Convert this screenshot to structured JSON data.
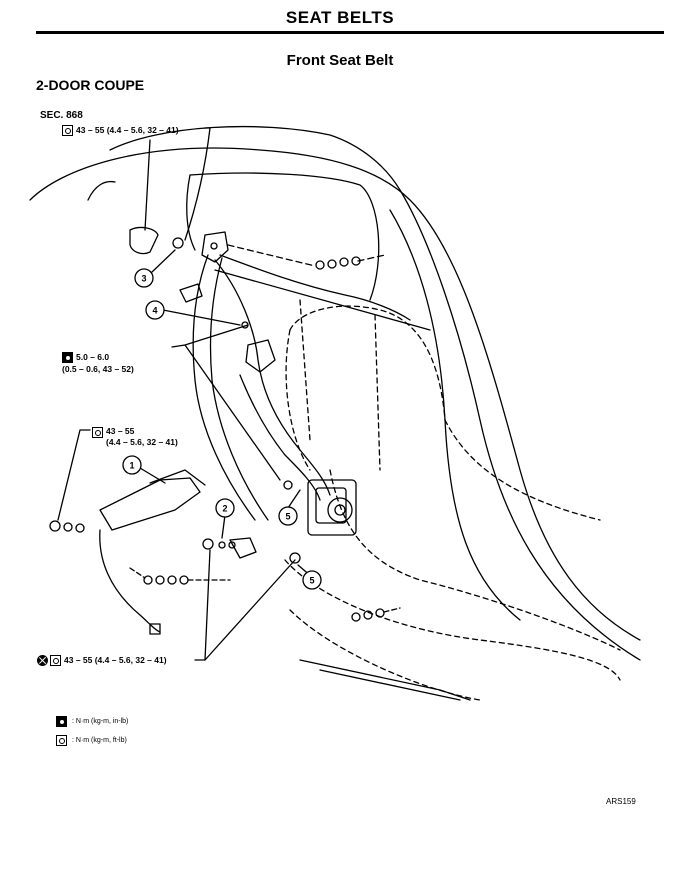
{
  "header": "SEAT BELTS",
  "title": "Front Seat Belt",
  "section": "2-DOOR COUPE",
  "sec_ref": "SEC. 868",
  "torques": {
    "t1": "43 – 55 (4.4 – 5.6, 32 – 41)",
    "t2_line1": "5.0 – 6.0",
    "t2_line2": "(0.5 – 0.6, 43 – 52)",
    "t3_line1": "43 – 55",
    "t3_line2": "(4.4 – 5.6, 32 – 41)",
    "t4": "43 – 55 (4.4 – 5.6, 32 – 41)"
  },
  "callouts": [
    "1",
    "2",
    "3",
    "4",
    "5",
    "5"
  ],
  "legend": {
    "filled": ": N·m (kg-m, in-lb)",
    "open": ": N·m (kg-m, ft-lb)"
  },
  "figure_ref": "ARS159"
}
